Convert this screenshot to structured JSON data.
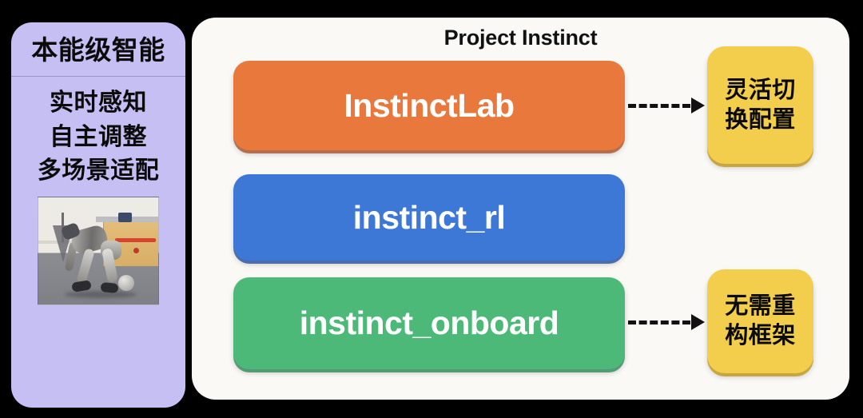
{
  "sidebar": {
    "title": "本能级智能",
    "features": [
      "实时感知",
      "自主调整",
      "多场景适配"
    ],
    "photo": {
      "name": "humanoid-robot-lab-photo",
      "alt": "humanoid robot bending forward in a laboratory"
    }
  },
  "panel": {
    "title": "Project Instinct",
    "modules": [
      {
        "label": "InstinctLab",
        "color": "#E8783C"
      },
      {
        "label": "instinct_rl",
        "color": "#3D78D6"
      },
      {
        "label": "instinct_onboard",
        "color": "#4CB979"
      }
    ],
    "outcomes": [
      {
        "line1": "灵活切",
        "line2": "换配置",
        "color": "#F3CE4C"
      },
      {
        "line1": "无需重",
        "line2": "构框架",
        "color": "#F3CE4C"
      }
    ],
    "connectors": [
      {
        "from": "InstinctLab",
        "to": "灵活切换配置",
        "style": "dashed-arrow"
      },
      {
        "from": "instinct_onboard",
        "to": "无需重构框架",
        "style": "dashed-arrow"
      }
    ]
  },
  "colors": {
    "background": "#000000",
    "sidebar": "#C6BFF4",
    "panel": "#FAF9F6",
    "accent_orange": "#E8783C",
    "accent_blue": "#3D78D6",
    "accent_green": "#4CB979",
    "accent_yellow": "#F3CE4C"
  }
}
